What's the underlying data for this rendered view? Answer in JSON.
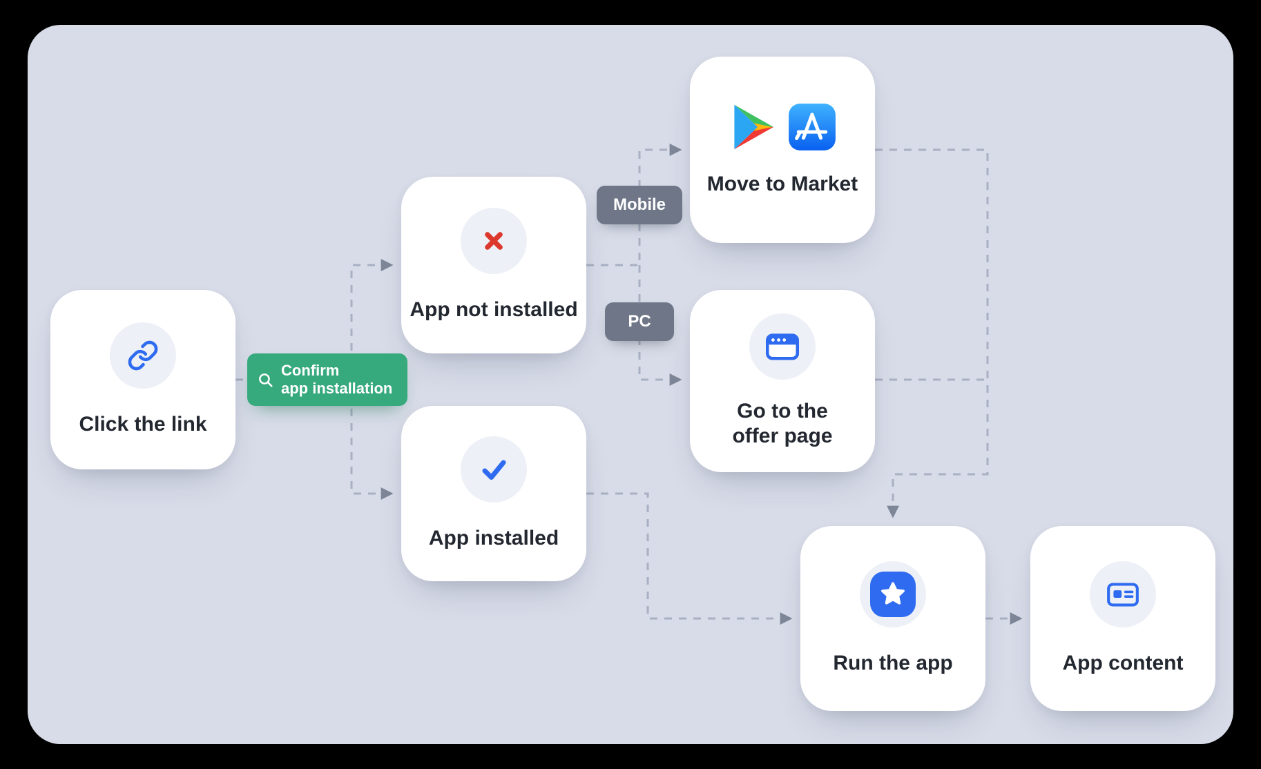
{
  "diagram": {
    "nodes": {
      "click_link": {
        "label": "Click the link",
        "icon": "link-icon"
      },
      "app_not_installed": {
        "label": "App not installed",
        "icon": "cross-icon"
      },
      "app_installed": {
        "label": "App installed",
        "icon": "check-icon"
      },
      "move_to_market": {
        "label": "Move to Market",
        "icons": [
          "google-play-icon",
          "app-store-icon"
        ]
      },
      "offer_page": {
        "label": "Go to the offer page",
        "icon": "browser-window-icon"
      },
      "run_app": {
        "label": "Run the app",
        "icon": "star-app-icon"
      },
      "app_content": {
        "label": "App content",
        "icon": "article-icon"
      }
    },
    "edge_labels": {
      "confirm": {
        "line1": "Confirm",
        "line2": "app installation",
        "icon": "search-icon"
      },
      "mobile": {
        "label": "Mobile"
      },
      "pc": {
        "label": "PC"
      }
    },
    "colors": {
      "board_bg": "#d8dce8",
      "card_bg": "#ffffff",
      "label_text": "#232830",
      "accent_blue": "#2e6bf0",
      "cross_red": "#dc382d",
      "confirm_green": "#36a97d",
      "edge_badge_gray": "#6e7687",
      "connector_gray": "#a9b0c3",
      "arrow_gray": "#7e8798",
      "play_blue": "#2ba6f3",
      "play_green": "#3fc060",
      "play_red": "#f03a34",
      "play_yellow": "#fdb70d"
    }
  }
}
